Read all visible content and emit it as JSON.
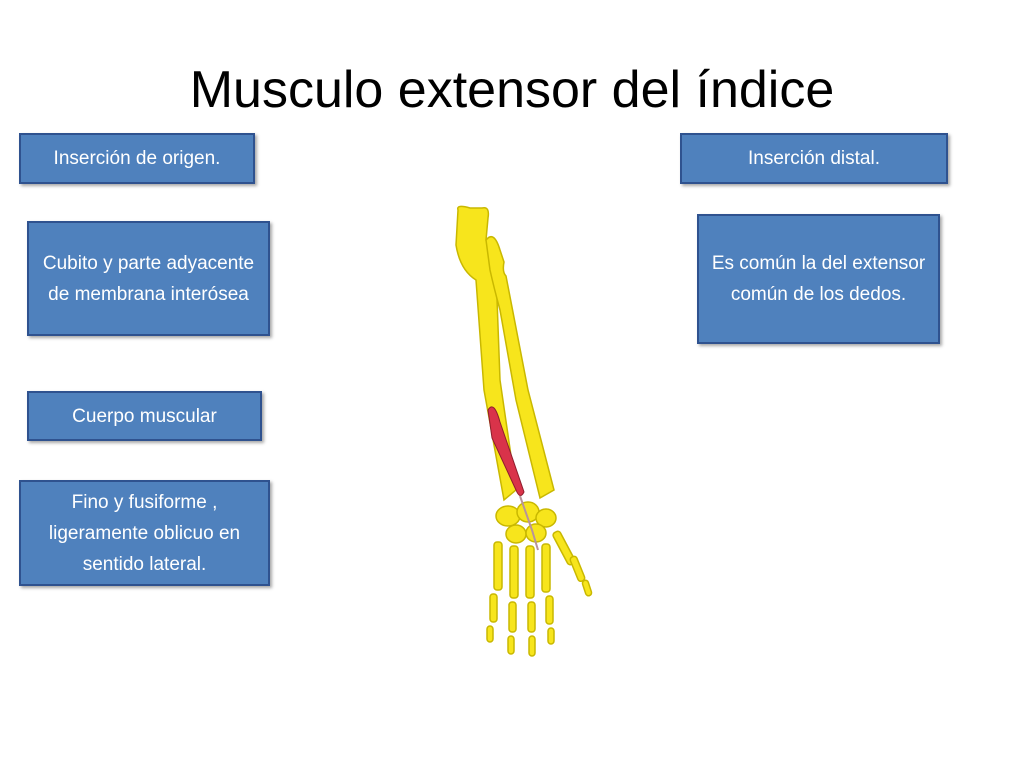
{
  "slide": {
    "title": "Musculo extensor del índice",
    "box_fill_color": "#4f81bd",
    "box_border_color": "#2f528f",
    "left_boxes": [
      {
        "text": "Inserción de origen."
      },
      {
        "text": "Cubito y parte adyacente de membrana interósea"
      },
      {
        "text": "Cuerpo muscular"
      },
      {
        "text": "Fino y fusiforme , ligeramente oblicuo en sentido lateral."
      }
    ],
    "right_boxes": [
      {
        "text": "Inserción distal."
      },
      {
        "text": "Es común la del extensor común de los dedos."
      }
    ],
    "illustration": {
      "bone_color": "#f7e51c",
      "muscle_color": "#d9334a"
    }
  }
}
